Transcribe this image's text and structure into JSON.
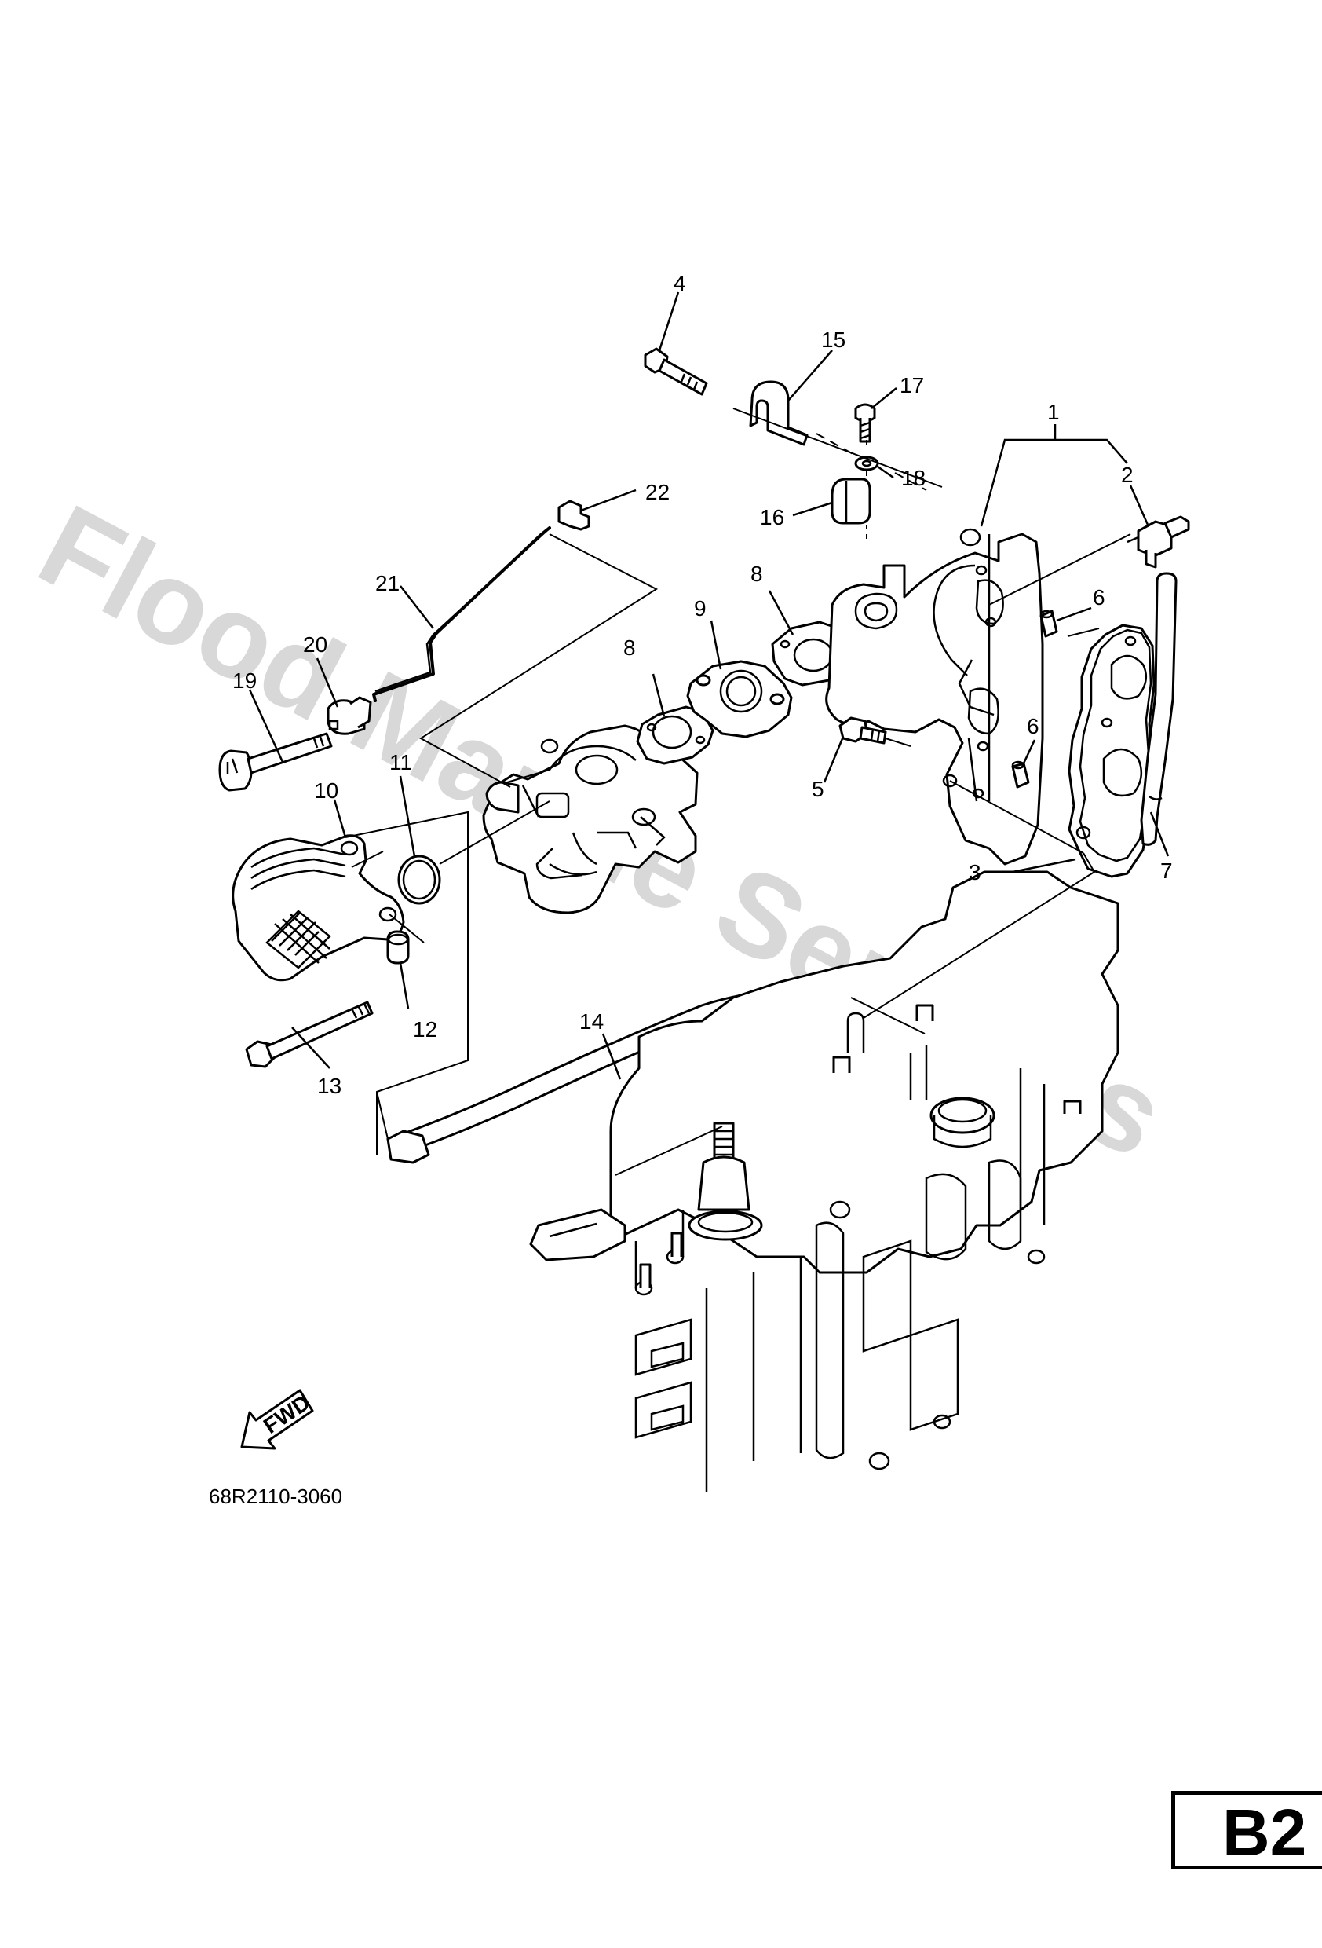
{
  "watermark": "Flood Marine Services",
  "callouts": [
    {
      "id": "label-1",
      "text": "1"
    },
    {
      "id": "label-2",
      "text": "2"
    },
    {
      "id": "label-3",
      "text": "3"
    },
    {
      "id": "label-4",
      "text": "4"
    },
    {
      "id": "label-5",
      "text": "5"
    },
    {
      "id": "label-6a",
      "text": "6"
    },
    {
      "id": "label-6b",
      "text": "6"
    },
    {
      "id": "label-7",
      "text": "7"
    },
    {
      "id": "label-8a",
      "text": "8"
    },
    {
      "id": "label-8b",
      "text": "8"
    },
    {
      "id": "label-9",
      "text": "9"
    },
    {
      "id": "label-10",
      "text": "10"
    },
    {
      "id": "label-11",
      "text": "11"
    },
    {
      "id": "label-12",
      "text": "12"
    },
    {
      "id": "label-13",
      "text": "13"
    },
    {
      "id": "label-14",
      "text": "14"
    },
    {
      "id": "label-15",
      "text": "15"
    },
    {
      "id": "label-16",
      "text": "16"
    },
    {
      "id": "label-17",
      "text": "17"
    },
    {
      "id": "label-18",
      "text": "18"
    },
    {
      "id": "label-19",
      "text": "19"
    },
    {
      "id": "label-20",
      "text": "20"
    },
    {
      "id": "label-21",
      "text": "21"
    },
    {
      "id": "label-22",
      "text": "22"
    }
  ],
  "fwd_label": "FWD",
  "part_code": "68R2110-3060",
  "page_badge": "B2"
}
